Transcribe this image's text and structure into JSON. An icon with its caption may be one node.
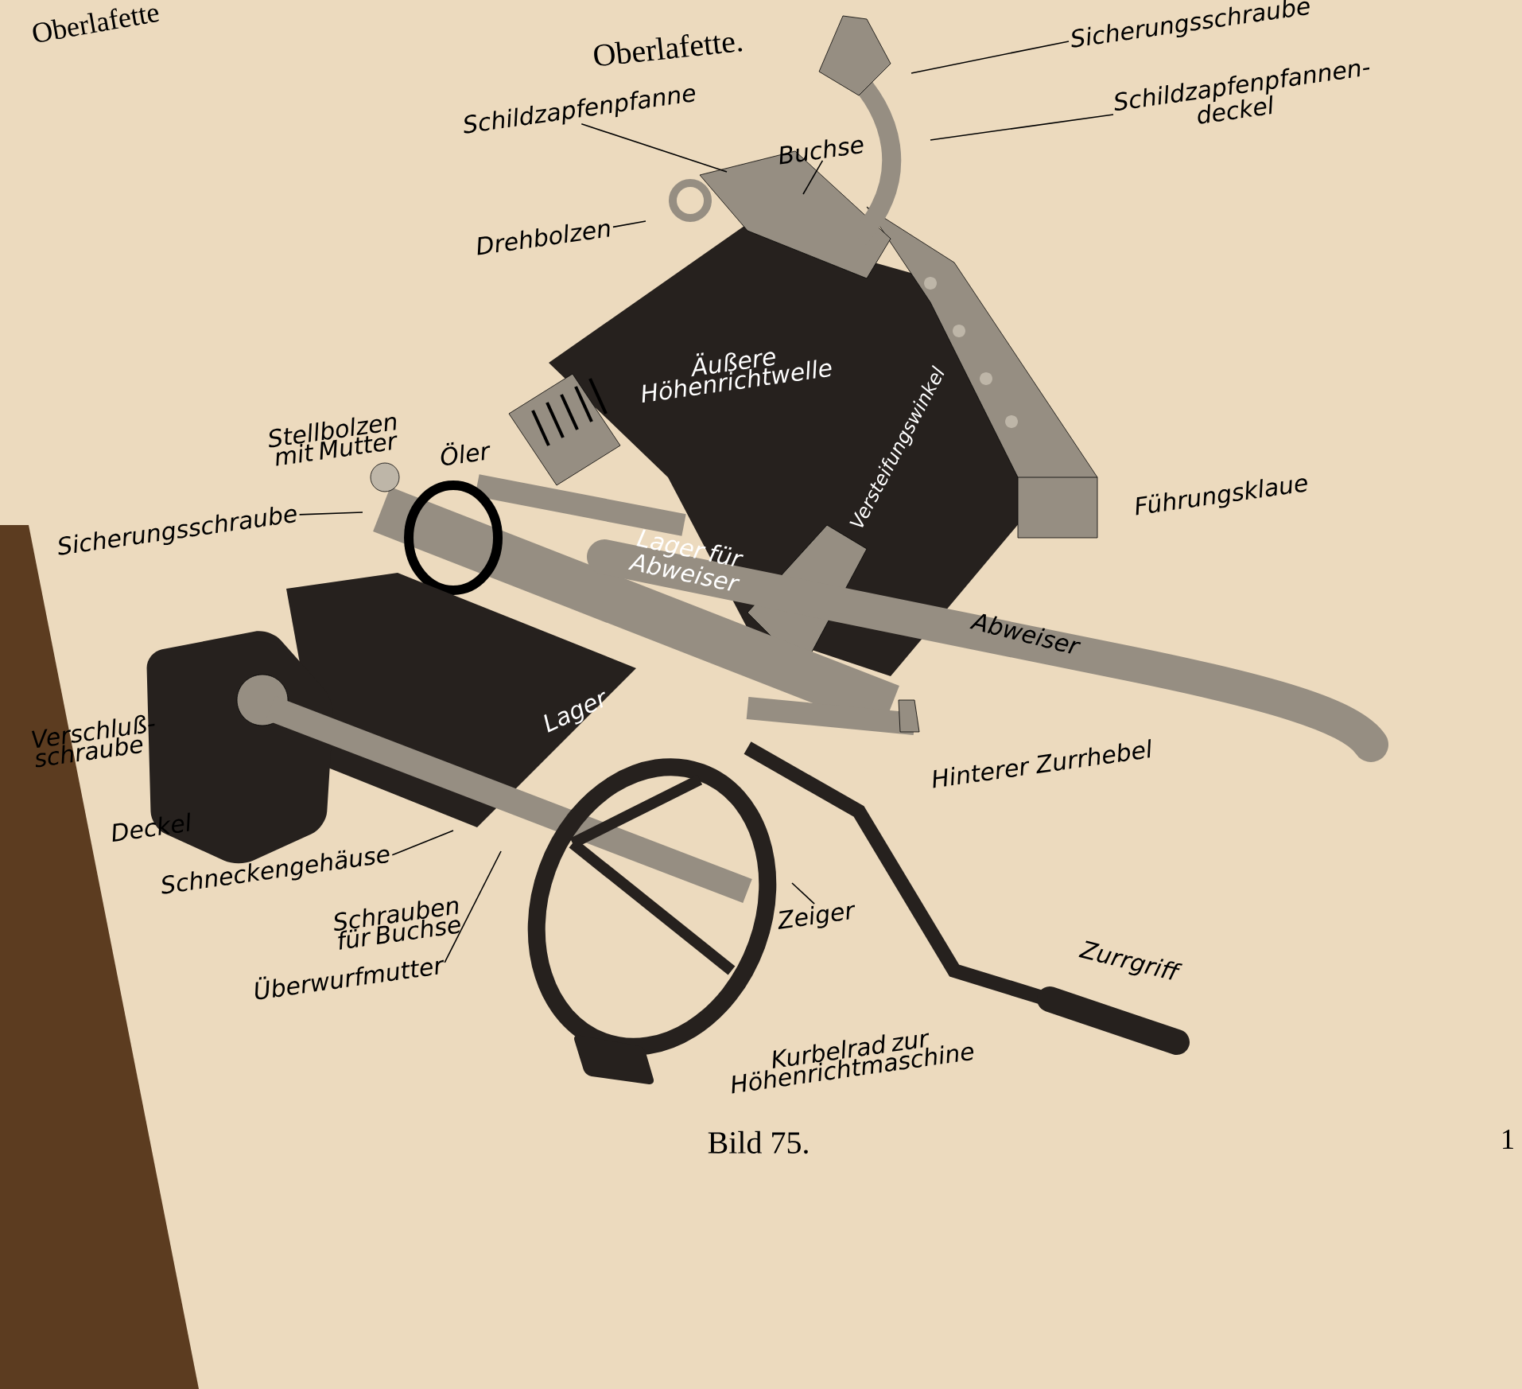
{
  "diagram": {
    "title": "Oberlafette.",
    "caption": "Bild 75.",
    "nodes": [
      {
        "text": [
          "Sicherungsschraube"
        ]
      },
      {
        "text": [
          "Schildzapfenpfannen- deckel"
        ]
      },
      {
        "text": [
          "Schildzapfenpfanne"
        ]
      },
      {
        "text": [
          "Buchse"
        ]
      },
      {
        "text": [
          "Drehbolzen"
        ]
      },
      {
        "text": [
          "Sicherungsschraube"
        ]
      },
      {
        "text": [
          "Schneckengehäuse"
        ]
      },
      {
        "text": [
          "Überwurfmutter"
        ]
      },
      {
        "text": [
          "Zeiger"
        ]
      }
    ],
    "edges": [
      {
        "from": 0,
        "to": null,
        "arrow": "none"
      },
      {
        "from": 1,
        "to": null,
        "arrow": "none"
      },
      {
        "from": 2,
        "to": null,
        "arrow": "none"
      },
      {
        "from": 3,
        "to": null,
        "arrow": "none"
      },
      {
        "from": 4,
        "to": null,
        "arrow": "none"
      },
      {
        "from": 5,
        "to": null,
        "arrow": "none"
      },
      {
        "from": 6,
        "to": null,
        "arrow": "none"
      },
      {
        "from": 7,
        "to": null,
        "arrow": "none"
      },
      {
        "from": 8,
        "to": null,
        "arrow": "none"
      }
    ],
    "labels": [
      "Oberlafette",
      "Stellbolzen mit Mutter",
      "Äußere Höhenrichtwelle",
      "Öler",
      "Versteifungswinkel",
      "Führungsklaue",
      "Lager für Abweiser",
      "Abweiser",
      "Verschluß- schraube",
      "Lager",
      "Hinterer Zurrhebel",
      "Deckel",
      "Schrauben für Buchse",
      "Zurrgriff",
      "Kurbelrad zur Höhenrichtmaschine",
      "1"
    ]
  }
}
